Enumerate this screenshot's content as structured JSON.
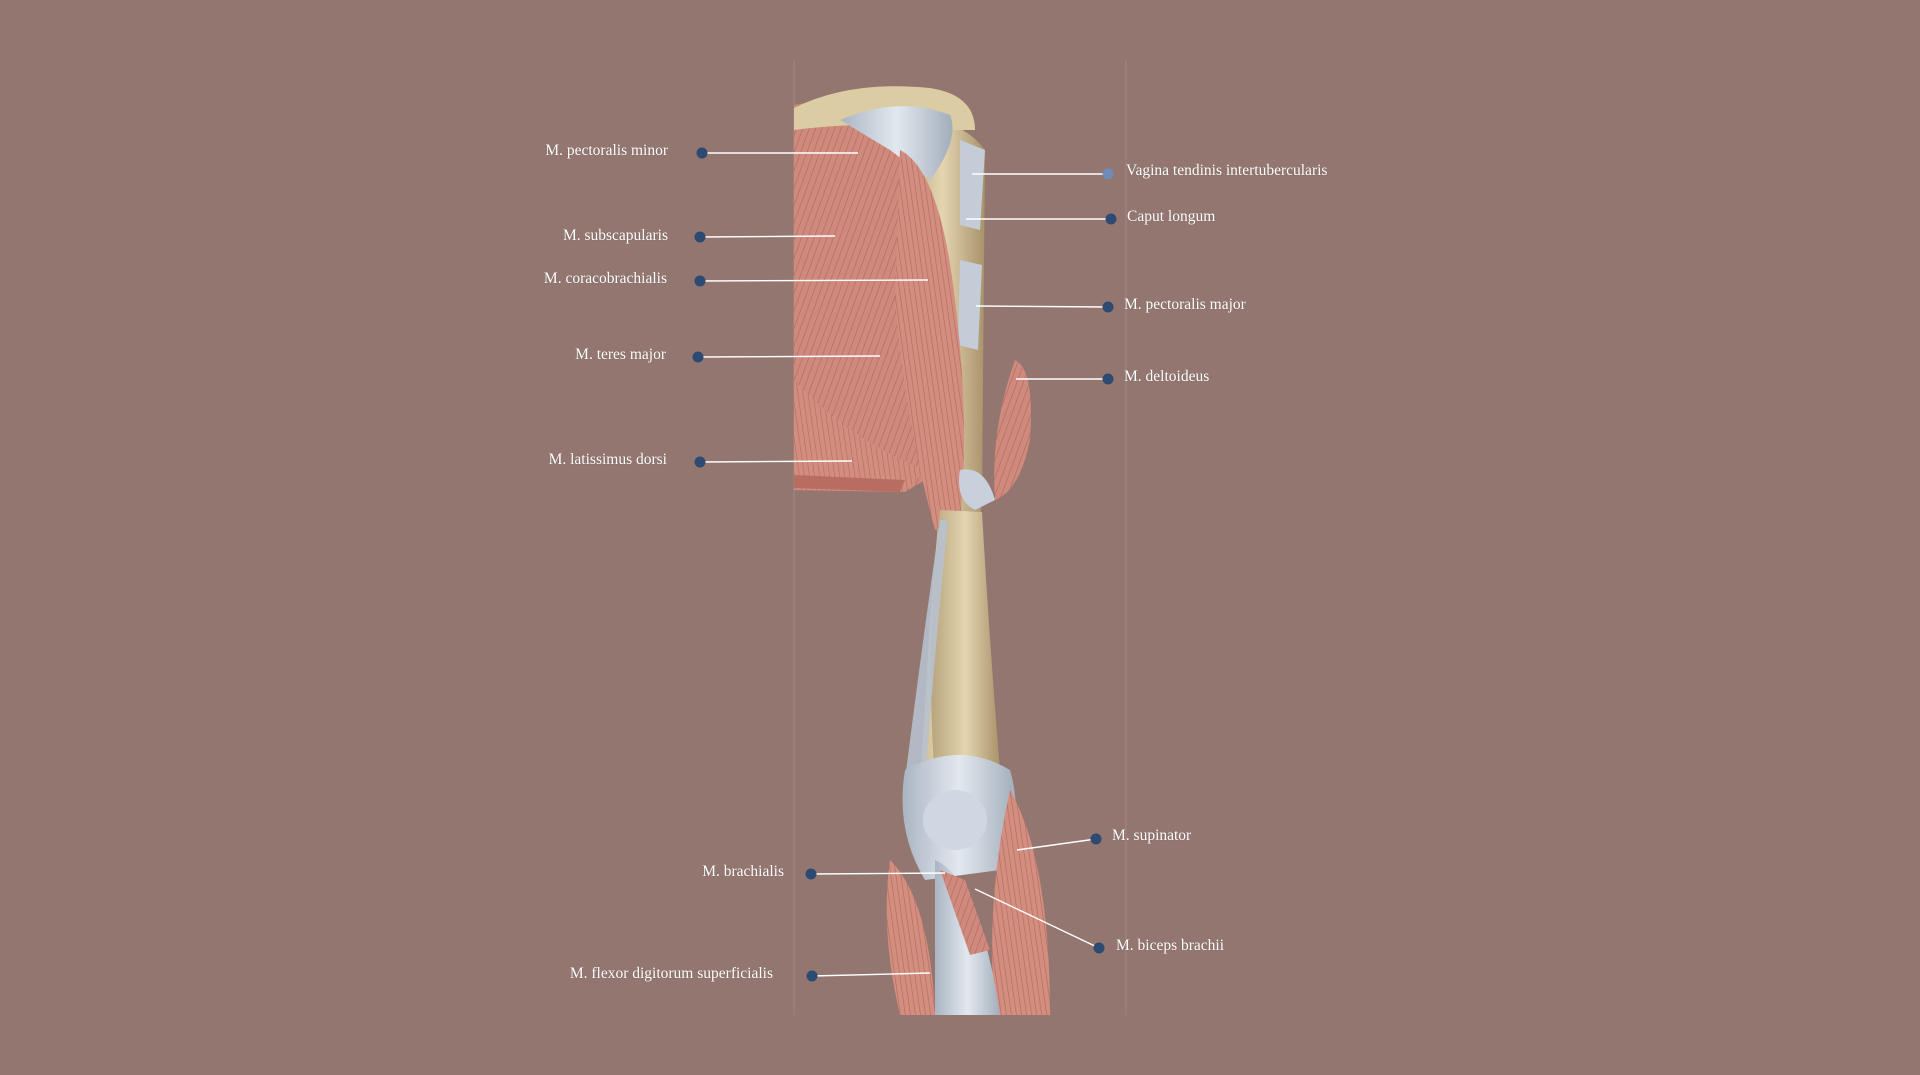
{
  "colors": {
    "background": "#937670",
    "bone": "#d8c7a0",
    "muscle": "#cf8a7d",
    "tendon": "#c9d2dc",
    "marker": "#2d4a73",
    "marker_light": "#6d8db8",
    "leader": "#ffffff"
  },
  "labels": {
    "pectoralis_minor": "M. pectoralis minor",
    "subscapularis": "M. subscapularis",
    "coracobrachialis": "M. coracobrachialis",
    "teres_major": "M. teres major",
    "latissimus_dorsi": "M. latissimus dorsi",
    "brachialis": "M. brachialis",
    "flexor_digitorum_superficialis": "M. flexor digitorum superficialis",
    "vagina_tendinis": "Vagina tendinis intertubercularis",
    "caput_longum": "Caput longum",
    "pectoralis_major": "M. pectoralis major",
    "deltoideus": "M. deltoideus",
    "supinator": "M. supinator",
    "biceps_brachii": "M. biceps brachii"
  }
}
